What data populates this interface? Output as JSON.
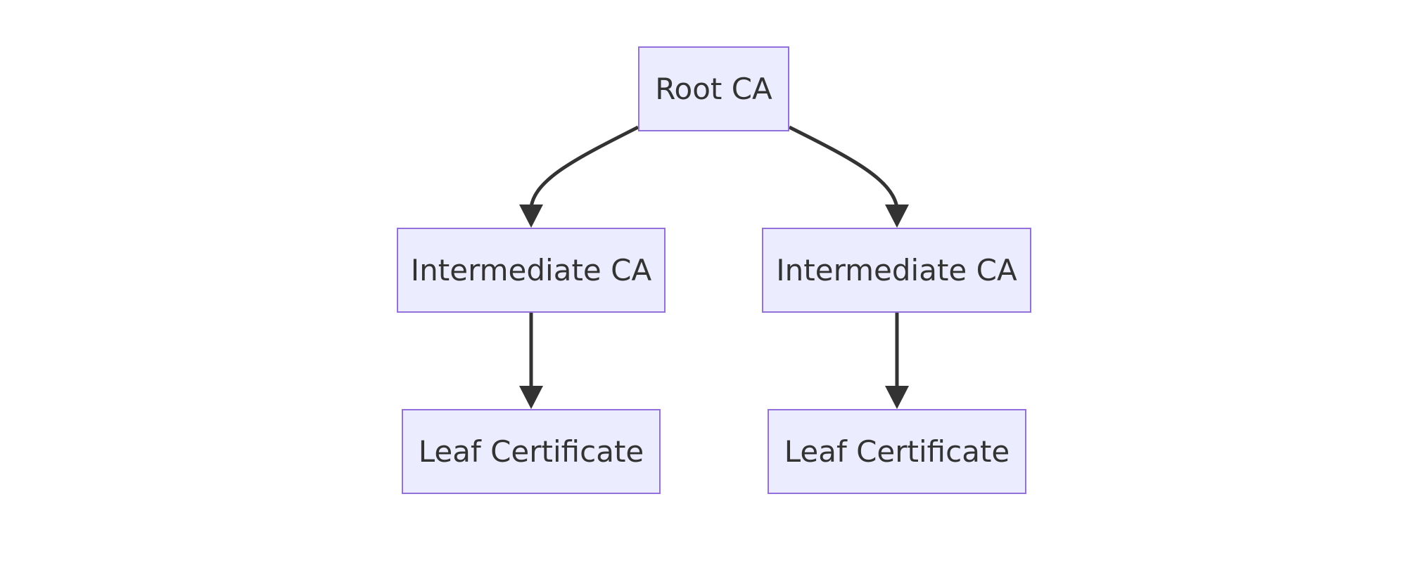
{
  "diagram": {
    "nodes": {
      "root": {
        "label": "Root CA"
      },
      "intermediate_left": {
        "label": "Intermediate CA"
      },
      "intermediate_right": {
        "label": "Intermediate CA"
      },
      "leaf_left": {
        "label": "Leaf Certificate"
      },
      "leaf_right": {
        "label": "Leaf Certificate"
      }
    },
    "edges": [
      {
        "from": "root",
        "to": "intermediate_left"
      },
      {
        "from": "root",
        "to": "intermediate_right"
      },
      {
        "from": "intermediate_left",
        "to": "leaf_left"
      },
      {
        "from": "intermediate_right",
        "to": "leaf_right"
      }
    ],
    "colors": {
      "node_fill": "#ECECFF",
      "node_border": "#9370DB",
      "edge": "#333333",
      "text": "#333333"
    }
  }
}
